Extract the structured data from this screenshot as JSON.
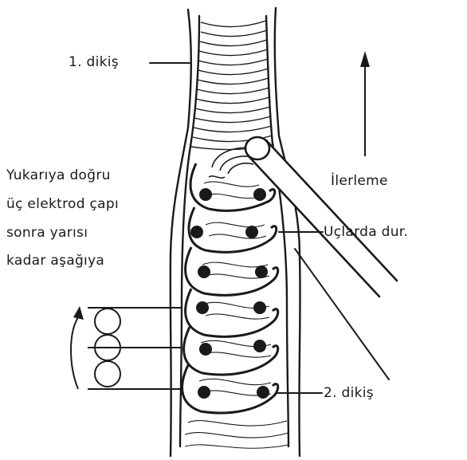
{
  "labels": {
    "seam1": "1. dikiş",
    "advance": "İlerleme",
    "instruction": [
      "Yukarıya doğru",
      "üç elektrod çapı",
      "sonra yarısı",
      "kadar aşağıya"
    ],
    "stop_at_ends": "Uçlarda dur.",
    "seam2": "2. dikiş"
  }
}
